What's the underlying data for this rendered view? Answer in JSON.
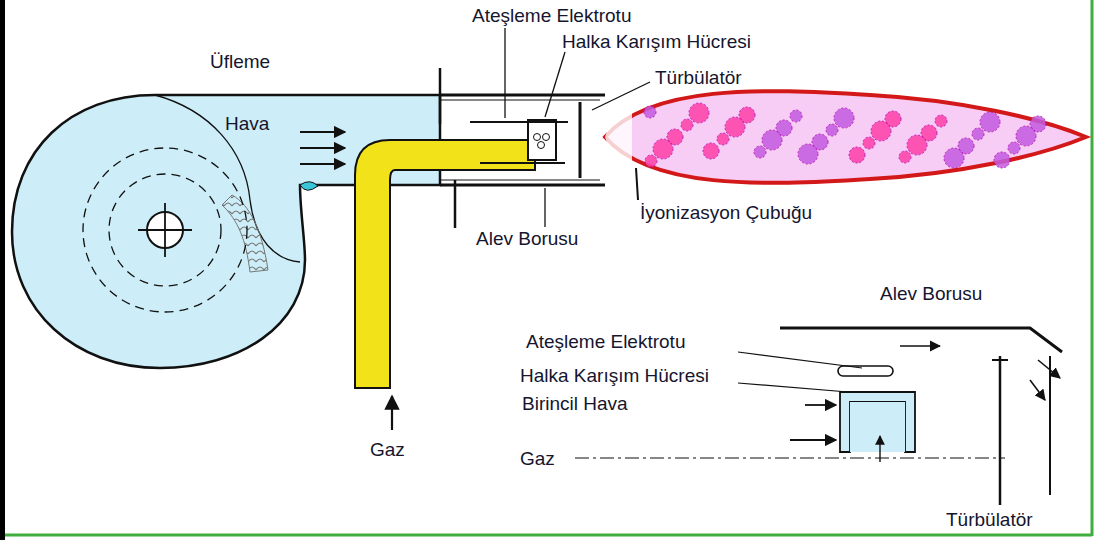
{
  "diagram": {
    "labels": [
      "Ateşleme Elektrotu",
      "Halka Karışım Hücresi",
      "Türbülatör",
      "Üfleme",
      "Hava",
      "İyonizasyon Çubuğu",
      "Alev Borusu",
      "Gaz",
      "Alev Borusu",
      "Ateşleme Elektrotu",
      "Halka Karışım Hücresi",
      "Birincil Hava",
      "Gaz",
      "Türbülatör"
    ]
  }
}
